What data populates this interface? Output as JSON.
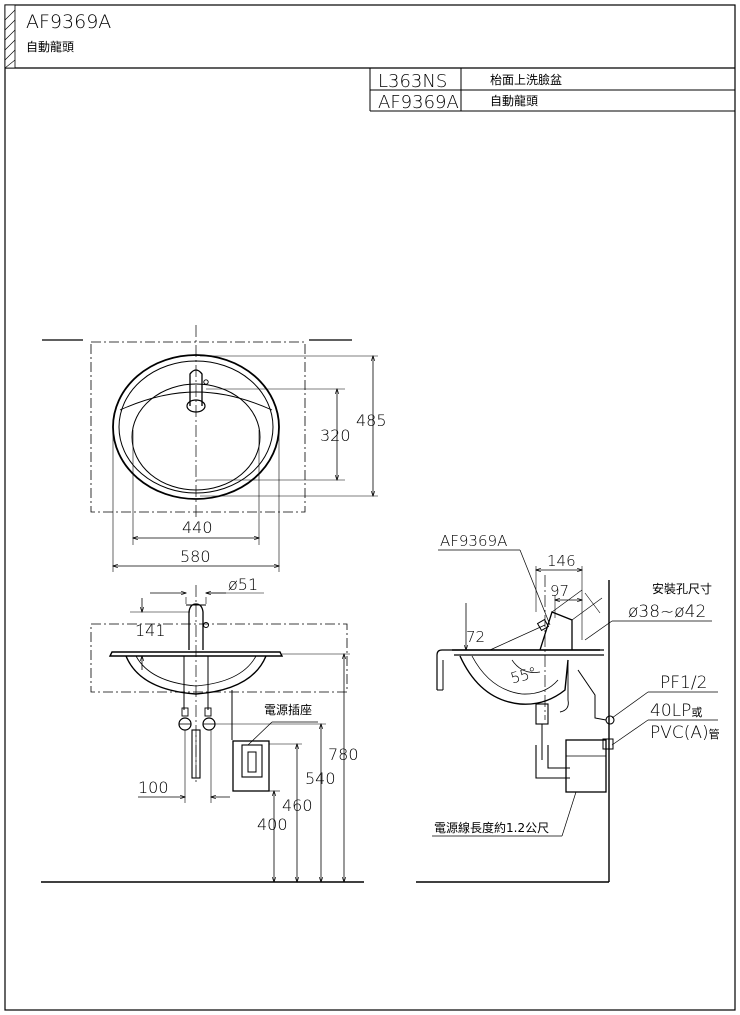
{
  "header": {
    "model": "AF9369A",
    "name": "自動龍頭"
  },
  "parts_table": [
    {
      "code": "L363NS",
      "desc": "枱面上洗臉盆"
    },
    {
      "code": "AF9369A",
      "desc": "自動龍頭"
    }
  ],
  "top_view": {
    "dim_320": "320",
    "dim_485": "485",
    "dim_440": "440",
    "dim_580": "580"
  },
  "front_view": {
    "dim_51": "ø51",
    "dim_141": "141",
    "dim_100": "100",
    "dim_400": "400",
    "dim_460": "460",
    "dim_540": "540",
    "dim_780": "780",
    "power_socket": "電源插座"
  },
  "side_view": {
    "model_label": "AF9369A",
    "dim_146": "146",
    "dim_97": "97",
    "dim_72": "72",
    "angle": "55°",
    "hole_title": "安裝孔尺寸",
    "hole_size": "ø38~ø42",
    "pf": "PF1/2",
    "lp_text": "40LP",
    "lp_suffix": "或",
    "pvc_text": "PVC(A)",
    "pvc_suffix": "管",
    "cable": "電源線長度約1.2公尺"
  }
}
